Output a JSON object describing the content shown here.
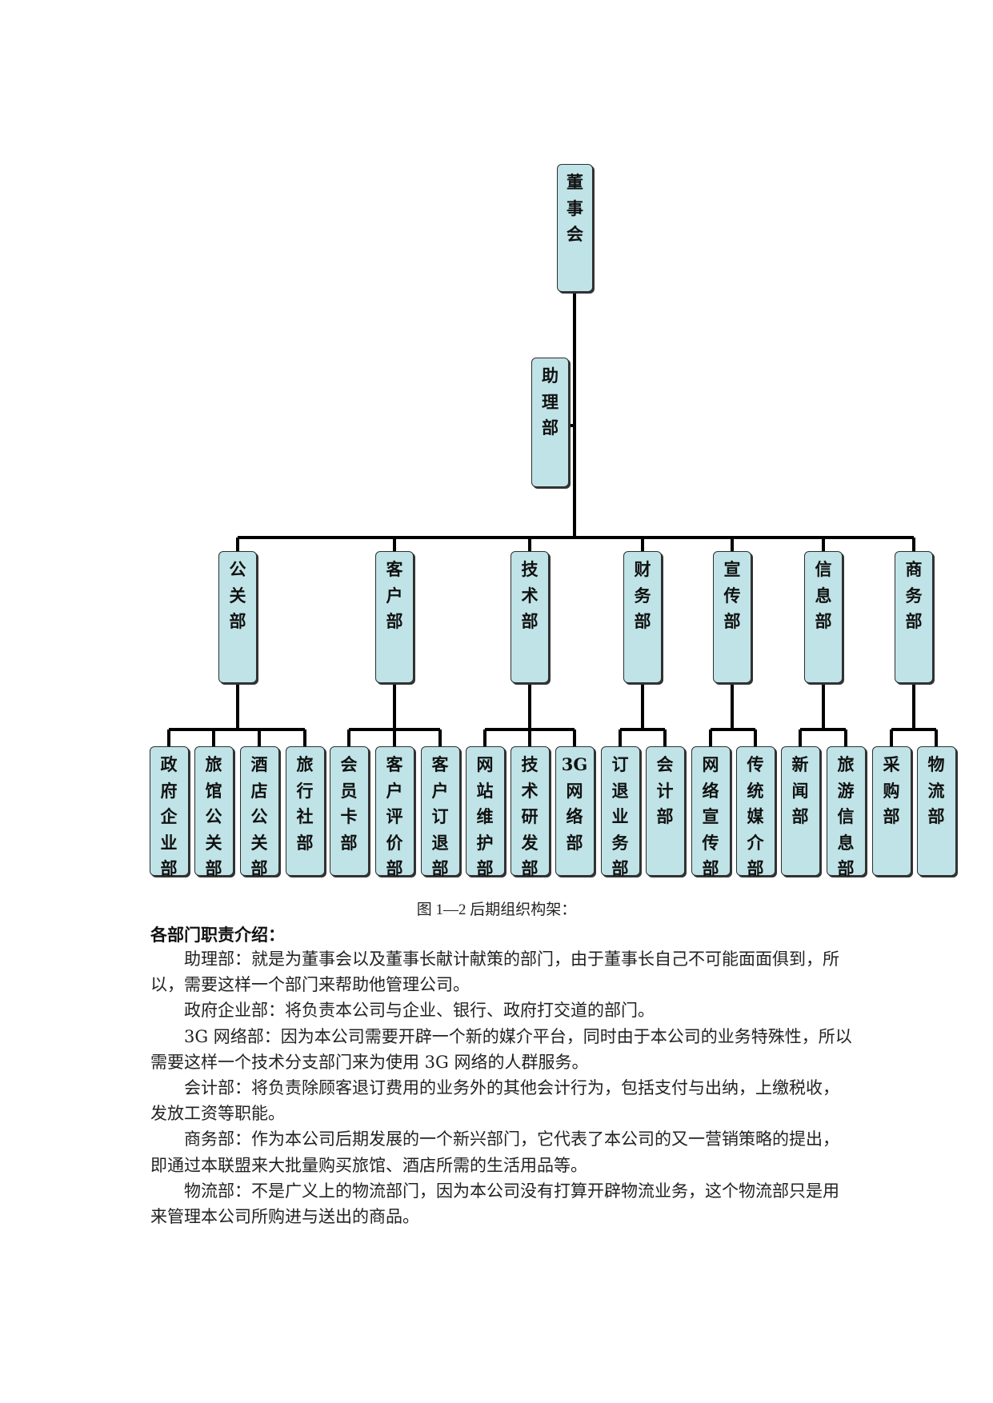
{
  "diagram": {
    "root": "董事会",
    "assistant": "助理部",
    "departments": [
      {
        "label": "公关部",
        "children": [
          "政府企业部",
          "旅馆公关部",
          "酒店公关部",
          "旅行社部"
        ]
      },
      {
        "label": "客户部",
        "children": [
          "会员卡部",
          "客户评价部",
          "客户订退部"
        ]
      },
      {
        "label": "技术部",
        "children": [
          "网站维护部",
          "技术研发部",
          "3G网络部"
        ]
      },
      {
        "label": "财务部",
        "children": [
          "订退业务部",
          "会计部"
        ]
      },
      {
        "label": "宣传部",
        "children": [
          "网络宣传部",
          "传统媒介部"
        ]
      },
      {
        "label": "信息部",
        "children": [
          "新闻部",
          "旅游信息部"
        ]
      },
      {
        "label": "商务部",
        "children": [
          "采购部",
          "物流部"
        ]
      }
    ]
  },
  "caption": "图 1—2 后期组织构架：",
  "section_title": "各部门职责介绍：",
  "paragraphs": [
    "助理部：就是为董事会以及董事长献计献策的部门，由于董事长自己不可能面面俱到，所以，需要这样一个部门来帮助他管理公司。",
    "政府企业部：将负责本公司与企业、银行、政府打交道的部门。",
    "3G 网络部：因为本公司需要开辟一个新的媒介平台，同时由于本公司的业务特殊性，所以需要这样一个技术分支部门来为使用 3G 网络的人群服务。",
    "会计部：将负责除顾客退订费用的业务外的其他会计行为，包括支付与出纳，上缴税收，发放工资等职能。",
    "商务部：作为本公司后期发展的一个新兴部门，它代表了本公司的又一营销策略的提出，即通过本联盟来大批量购买旅馆、酒店所需的生活用品等。",
    "物流部：不是广义上的物流部门，因为本公司没有打算开辟物流业务，这个物流部只是用来管理本公司所购进与送出的商品。"
  ]
}
